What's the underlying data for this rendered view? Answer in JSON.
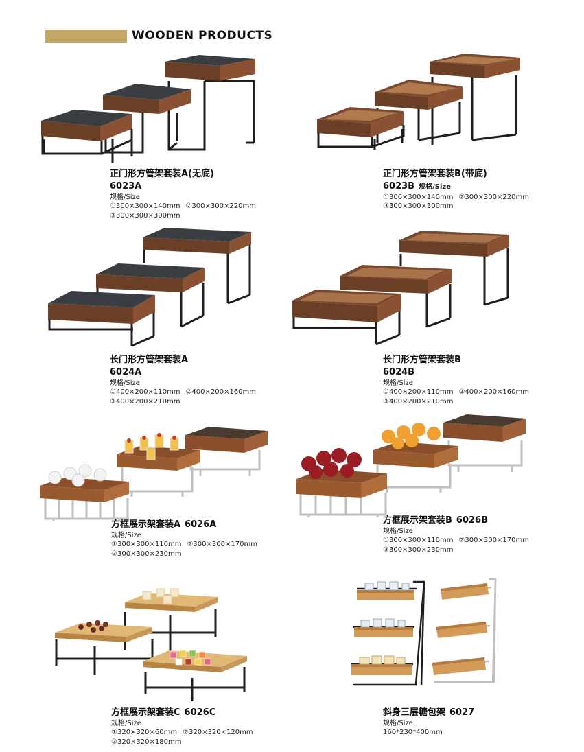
{
  "header": {
    "title": "WOODEN PRODUCTS"
  },
  "colors": {
    "accent_bar": "#c4a766",
    "wood": "#6b3e26",
    "wood_light": "#d7a86c",
    "frame_dark": "#1e1e1e",
    "frame_chrome": "#bfbfbf",
    "top_dark": "#3a3d42"
  },
  "products": [
    {
      "name": "正门形方管架套装A(无底)",
      "code": "6023A",
      "size_label": "规格/Size",
      "sizes": [
        [
          "①300×300×140mm",
          "②300×300×220mm"
        ],
        [
          "③300×300×300mm"
        ]
      ]
    },
    {
      "name": "正门形方管架套装B(带底)",
      "code": "6023B",
      "size_label": "规格/Size",
      "sizes": [
        [
          "①300×300×140mm",
          "②300×300×220mm"
        ],
        [
          "③300×300×300mm"
        ]
      ]
    },
    {
      "name": "长门形方管架套装A",
      "code": "6024A",
      "size_label": "规格/Size",
      "sizes": [
        [
          "①400×200×110mm",
          "②400×200×160mm"
        ],
        [
          "③400×200×210mm"
        ]
      ]
    },
    {
      "name": "长门形方管架套装B",
      "code": "6024B",
      "size_label": "规格/Size",
      "sizes": [
        [
          "①400×200×110mm",
          "②400×200×160mm"
        ],
        [
          "③400×200×210mm"
        ]
      ]
    },
    {
      "name": "方框展示架套装A",
      "code": "6026A",
      "size_label": "规格/Size",
      "sizes": [
        [
          "①300×300×110mm",
          "②300×300×170mm"
        ],
        [
          "③300×300×230mm"
        ]
      ]
    },
    {
      "name": "方框展示架套装B",
      "code": "6026B",
      "size_label": "规格/Size",
      "sizes": [
        [
          "①300×300×110mm",
          "②300×300×170mm"
        ],
        [
          "③300×300×230mm"
        ]
      ]
    },
    {
      "name": "方框展示架套装C",
      "code": "6026C",
      "size_label": "规格/Size",
      "sizes": [
        [
          "①320×320×60mm",
          "②320×320×120mm"
        ],
        [
          "③320×320×180mm"
        ]
      ]
    },
    {
      "name": "斜身三层糖包架",
      "code": "6027",
      "size_label": "规格/Size",
      "sizes": [
        [
          "160*230*400mm"
        ]
      ]
    }
  ]
}
